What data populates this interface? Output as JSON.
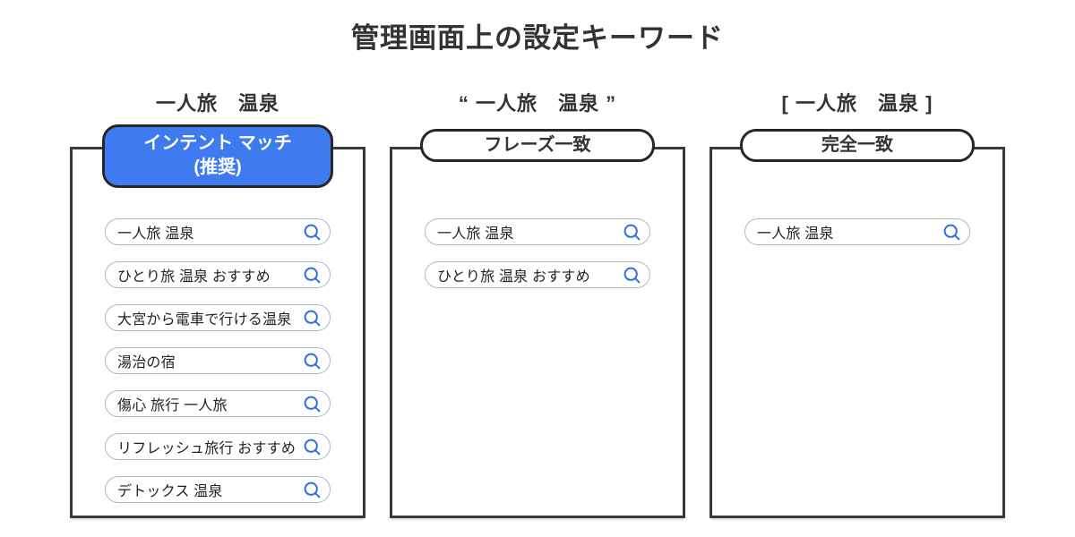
{
  "title": "管理画面上の設定キーワード",
  "colors": {
    "title_text": "#333333",
    "box_border": "#3a3a3a",
    "primary_badge_bg": "#3e7bf0",
    "primary_badge_text": "#ffffff",
    "secondary_badge_bg": "#ffffff",
    "pill_border": "#b8b8b8",
    "search_icon": "#2e6fe8"
  },
  "icons": {
    "search": "search-icon (magnifying glass)"
  },
  "columns": [
    {
      "id": "intent-match",
      "keyword": "一人旅　温泉",
      "badge": {
        "label": "インテント マッチ",
        "sublabel": "(推奨)",
        "style": "primary"
      },
      "searches": [
        "一人旅 温泉",
        "ひとり旅 温泉 おすすめ",
        "大宮から電車で行ける温泉",
        "湯治の宿",
        "傷心 旅行 一人旅",
        "リフレッシュ旅行 おすすめ",
        "デトックス 温泉"
      ]
    },
    {
      "id": "phrase-match",
      "keyword": "“ 一人旅　温泉 ”",
      "badge": {
        "label": "フレーズ一致",
        "sublabel": "",
        "style": "secondary"
      },
      "searches": [
        "一人旅 温泉",
        "ひとり旅 温泉 おすすめ"
      ]
    },
    {
      "id": "exact-match",
      "keyword": "[ 一人旅　温泉 ]",
      "badge": {
        "label": "完全一致",
        "sublabel": "",
        "style": "secondary"
      },
      "searches": [
        "一人旅 温泉"
      ]
    }
  ]
}
